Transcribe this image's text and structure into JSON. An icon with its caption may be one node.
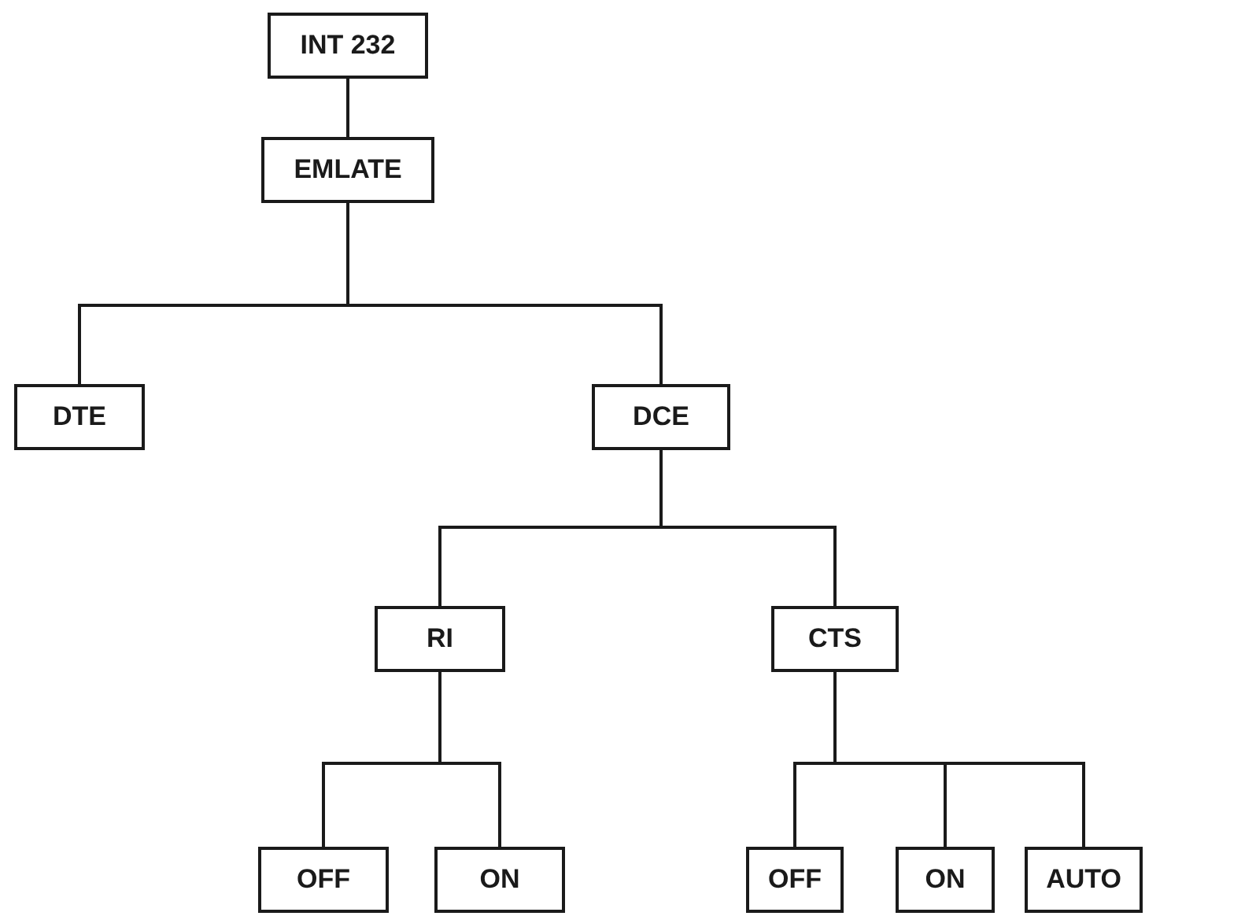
{
  "diagram": {
    "nodes": [
      {
        "text": [
          "INT 232"
        ]
      },
      {
        "text": [
          "EMLATE"
        ]
      },
      {
        "text": [
          "DTE"
        ]
      },
      {
        "text": [
          "DCE"
        ]
      },
      {
        "text": [
          "RI"
        ]
      },
      {
        "text": [
          "CTS"
        ]
      },
      {
        "text": [
          "OFF"
        ]
      },
      {
        "text": [
          "ON"
        ]
      },
      {
        "text": [
          "OFF"
        ]
      },
      {
        "text": [
          "ON"
        ]
      },
      {
        "text": [
          "AUTO"
        ]
      }
    ],
    "edges": [
      {
        "from": 0,
        "to": 1,
        "arrow": "none"
      },
      {
        "from": 1,
        "to": 2,
        "arrow": "none"
      },
      {
        "from": 1,
        "to": 3,
        "arrow": "none"
      },
      {
        "from": 3,
        "to": 4,
        "arrow": "none"
      },
      {
        "from": 3,
        "to": 5,
        "arrow": "none"
      },
      {
        "from": 4,
        "to": 6,
        "arrow": "none"
      },
      {
        "from": 4,
        "to": 7,
        "arrow": "none"
      },
      {
        "from": 5,
        "to": 8,
        "arrow": "none"
      },
      {
        "from": 5,
        "to": 9,
        "arrow": "none"
      },
      {
        "from": 5,
        "to": 10,
        "arrow": "none"
      }
    ]
  }
}
